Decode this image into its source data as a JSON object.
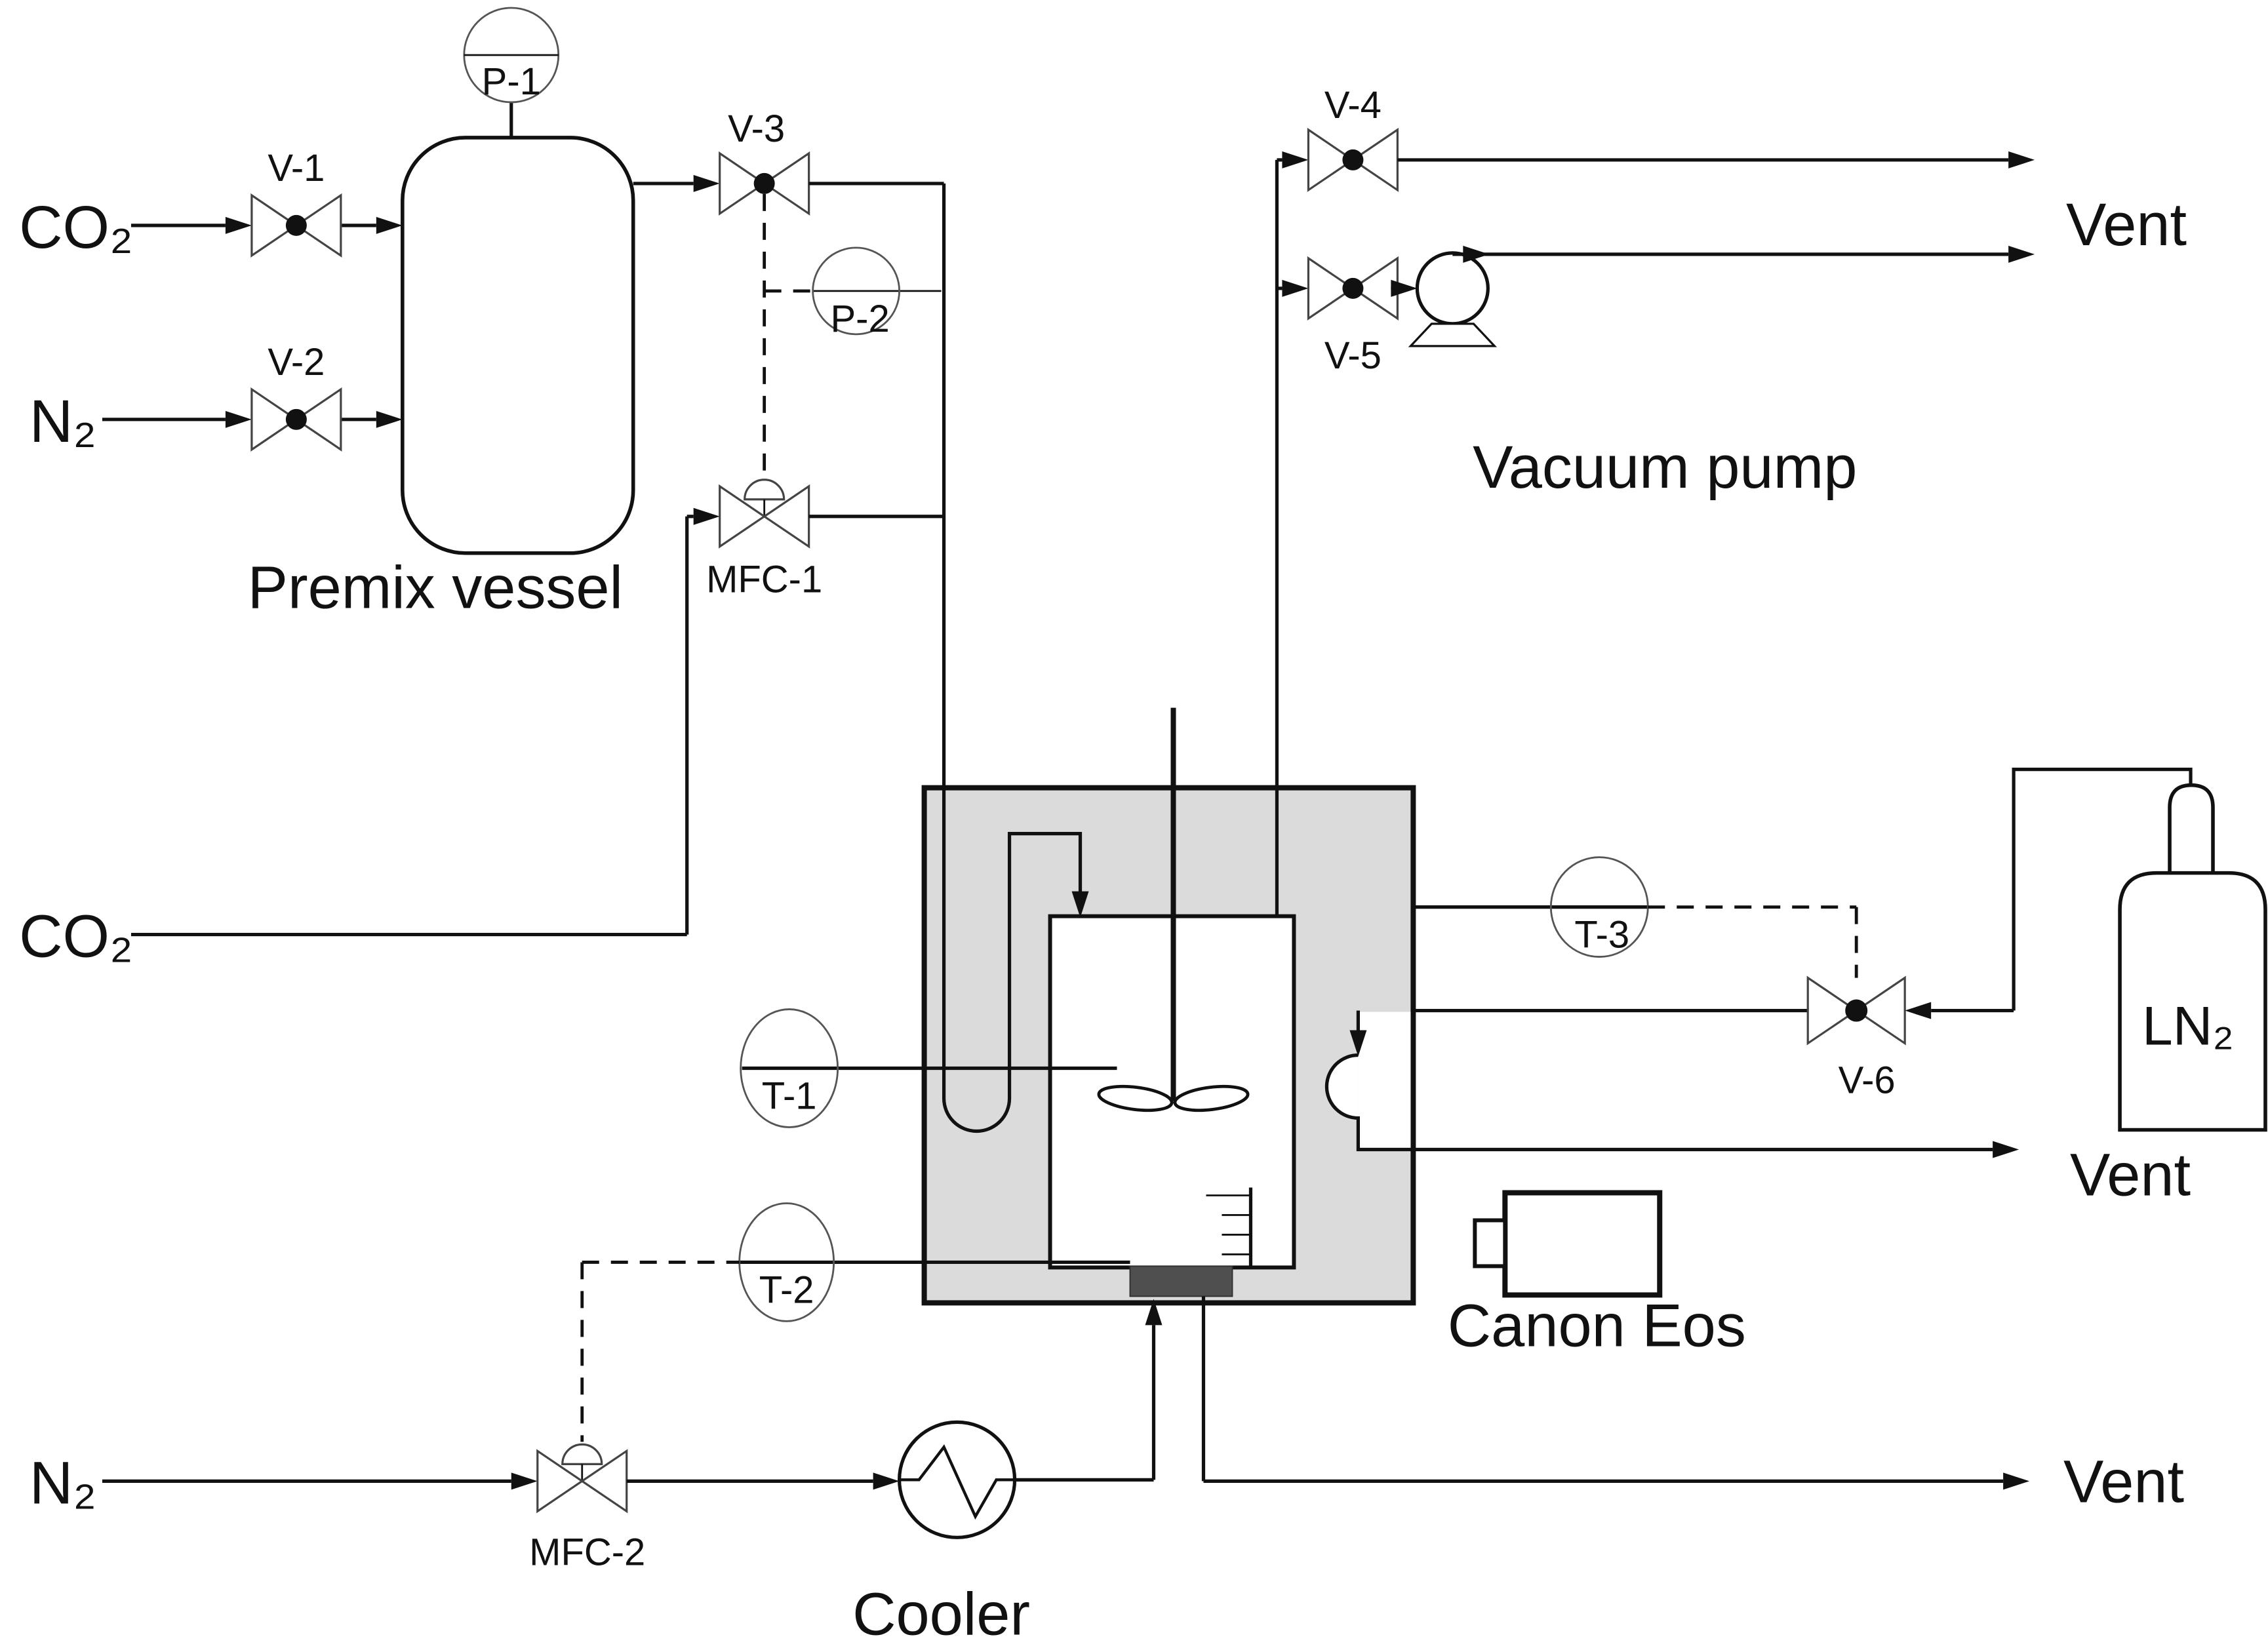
{
  "diagram": {
    "type": "process-flow-diagram",
    "colors": {
      "line": "#111111",
      "chamber_fill": "#dbdbdb",
      "heater_fill": "#4f4f4f",
      "background": "#ffffff"
    },
    "sources": {
      "co2_top": "CO₂",
      "n2_top": "N₂",
      "co2_mid": "CO₂",
      "n2_bottom": "N₂"
    },
    "valves": {
      "v1": "V-1",
      "v2": "V-2",
      "v3": "V-3",
      "v4": "V-4",
      "v5": "V-5",
      "v6": "V-6"
    },
    "controllers": {
      "mfc1": "MFC-1",
      "mfc2": "MFC-2"
    },
    "instruments": {
      "p1": "P-1",
      "p2": "P-2",
      "t1": "T-1",
      "t2": "T-2",
      "t3": "T-3"
    },
    "equipment": {
      "premix_vessel": "Premix vessel",
      "vacuum_pump": "Vacuum pump",
      "cooler": "Cooler",
      "camera": "Canon Eos",
      "ln2_dewar": "LN₂"
    },
    "outlets": {
      "vent_top": "Vent",
      "vent_mid": "Vent",
      "vent_bottom": "Vent"
    }
  }
}
